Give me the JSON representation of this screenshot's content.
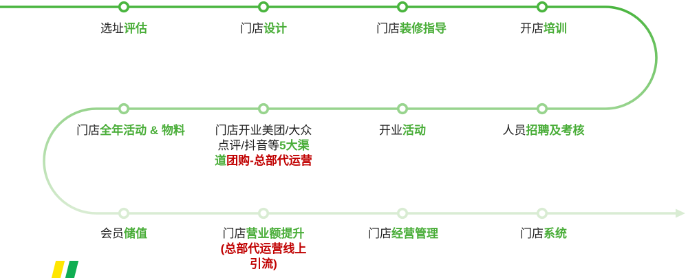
{
  "diagram_title": "franchise-support-flow",
  "palette": {
    "line_row1": "#4ab53f",
    "line_row2": "#98d48e",
    "line_row3": "#d9ecd3",
    "text_black": "#1f1f1f",
    "text_green": "#49ad38",
    "text_red": "#c00000",
    "node_fill": "#ffffff",
    "logo_yellow": "#ffe600",
    "logo_green": "#0fae52"
  },
  "rows": [
    {
      "name": "row-1",
      "items": [
        {
          "id": "site-evaluation",
          "segments": [
            {
              "t": "选址",
              "c": "black"
            },
            {
              "t": "评估",
              "c": "green"
            }
          ]
        },
        {
          "id": "store-design",
          "segments": [
            {
              "t": "门店",
              "c": "black"
            },
            {
              "t": "设计",
              "c": "green"
            }
          ]
        },
        {
          "id": "store-decoration-guidance",
          "segments": [
            {
              "t": "门店",
              "c": "black"
            },
            {
              "t": "装修指导",
              "c": "green"
            }
          ]
        },
        {
          "id": "opening-training",
          "segments": [
            {
              "t": "开店",
              "c": "black"
            },
            {
              "t": "培训",
              "c": "green"
            }
          ]
        }
      ]
    },
    {
      "name": "row-2",
      "items": [
        {
          "id": "annual-activities-materials",
          "segments": [
            {
              "t": "门店",
              "c": "black"
            },
            {
              "t": "全年活动 & 物料",
              "c": "green"
            }
          ]
        },
        {
          "id": "opening-group-buy-operation",
          "segments": [
            {
              "t": "门店开业美团/大众",
              "c": "black"
            },
            {
              "t": "点评/抖音等",
              "c": "black"
            },
            {
              "t": "5大渠",
              "c": "green"
            },
            {
              "t": "道",
              "c": "green"
            },
            {
              "t": "团购-总部代运营",
              "c": "red"
            }
          ]
        },
        {
          "id": "opening-activity",
          "segments": [
            {
              "t": "开业",
              "c": "black"
            },
            {
              "t": "活动",
              "c": "green"
            }
          ]
        },
        {
          "id": "recruitment-assessment",
          "segments": [
            {
              "t": "人员",
              "c": "black"
            },
            {
              "t": "招聘及考核",
              "c": "green"
            }
          ]
        }
      ]
    },
    {
      "name": "row-3",
      "items": [
        {
          "id": "member-stored-value",
          "segments": [
            {
              "t": "会员",
              "c": "black"
            },
            {
              "t": "储值",
              "c": "green"
            }
          ]
        },
        {
          "id": "revenue-improvement",
          "segments": [
            {
              "t": "门店",
              "c": "black"
            },
            {
              "t": "营业额提升",
              "c": "green"
            },
            {
              "t": "(总部代运营线上",
              "c": "red"
            },
            {
              "t": "引流)",
              "c": "red"
            }
          ]
        },
        {
          "id": "store-operation-management",
          "segments": [
            {
              "t": "门店",
              "c": "black"
            },
            {
              "t": "经营管理",
              "c": "green"
            }
          ]
        },
        {
          "id": "store-system",
          "segments": [
            {
              "t": "门店",
              "c": "black"
            },
            {
              "t": "系统",
              "c": "green"
            }
          ]
        }
      ]
    }
  ],
  "logo": {
    "bars": [
      "yellow-bar",
      "green-bar"
    ]
  }
}
